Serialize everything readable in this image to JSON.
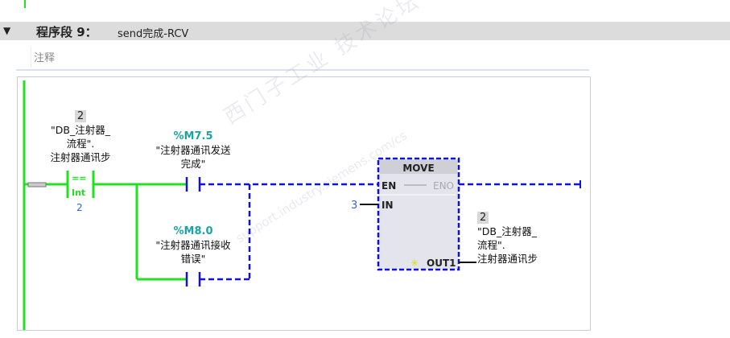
{
  "network": {
    "title": "程序段 9：",
    "name": "send完成-RCV",
    "comment_placeholder": "注释"
  },
  "compare": {
    "value": "2",
    "operand_lines": [
      "\"DB_注射器_",
      "流程\".",
      "注射器通讯步"
    ],
    "operator": "==",
    "type": "Int",
    "compare_value": "2"
  },
  "contact1": {
    "address": "%M7.5",
    "lines": [
      "\"注射器通讯发送",
      "完成\""
    ]
  },
  "contact2": {
    "address": "%M8.0",
    "lines": [
      "\"注射器通讯接收",
      "错误\""
    ]
  },
  "move": {
    "title": "MOVE",
    "en": "EN",
    "eno": "ENO",
    "in": "IN",
    "out": "OUT1",
    "in_value": "3",
    "out_value": "2",
    "out_lines": [
      "\"DB_注射器_",
      "流程\".",
      "注射器通讯步"
    ]
  },
  "watermark": {
    "line1": "西门子工业 技术论坛",
    "line2": "support.industry.siemens.com/cs"
  },
  "colors": {
    "powered": "#22e022",
    "unpowered": "#1010e0",
    "address": "#1aa5a5",
    "value": "#3366cc"
  }
}
